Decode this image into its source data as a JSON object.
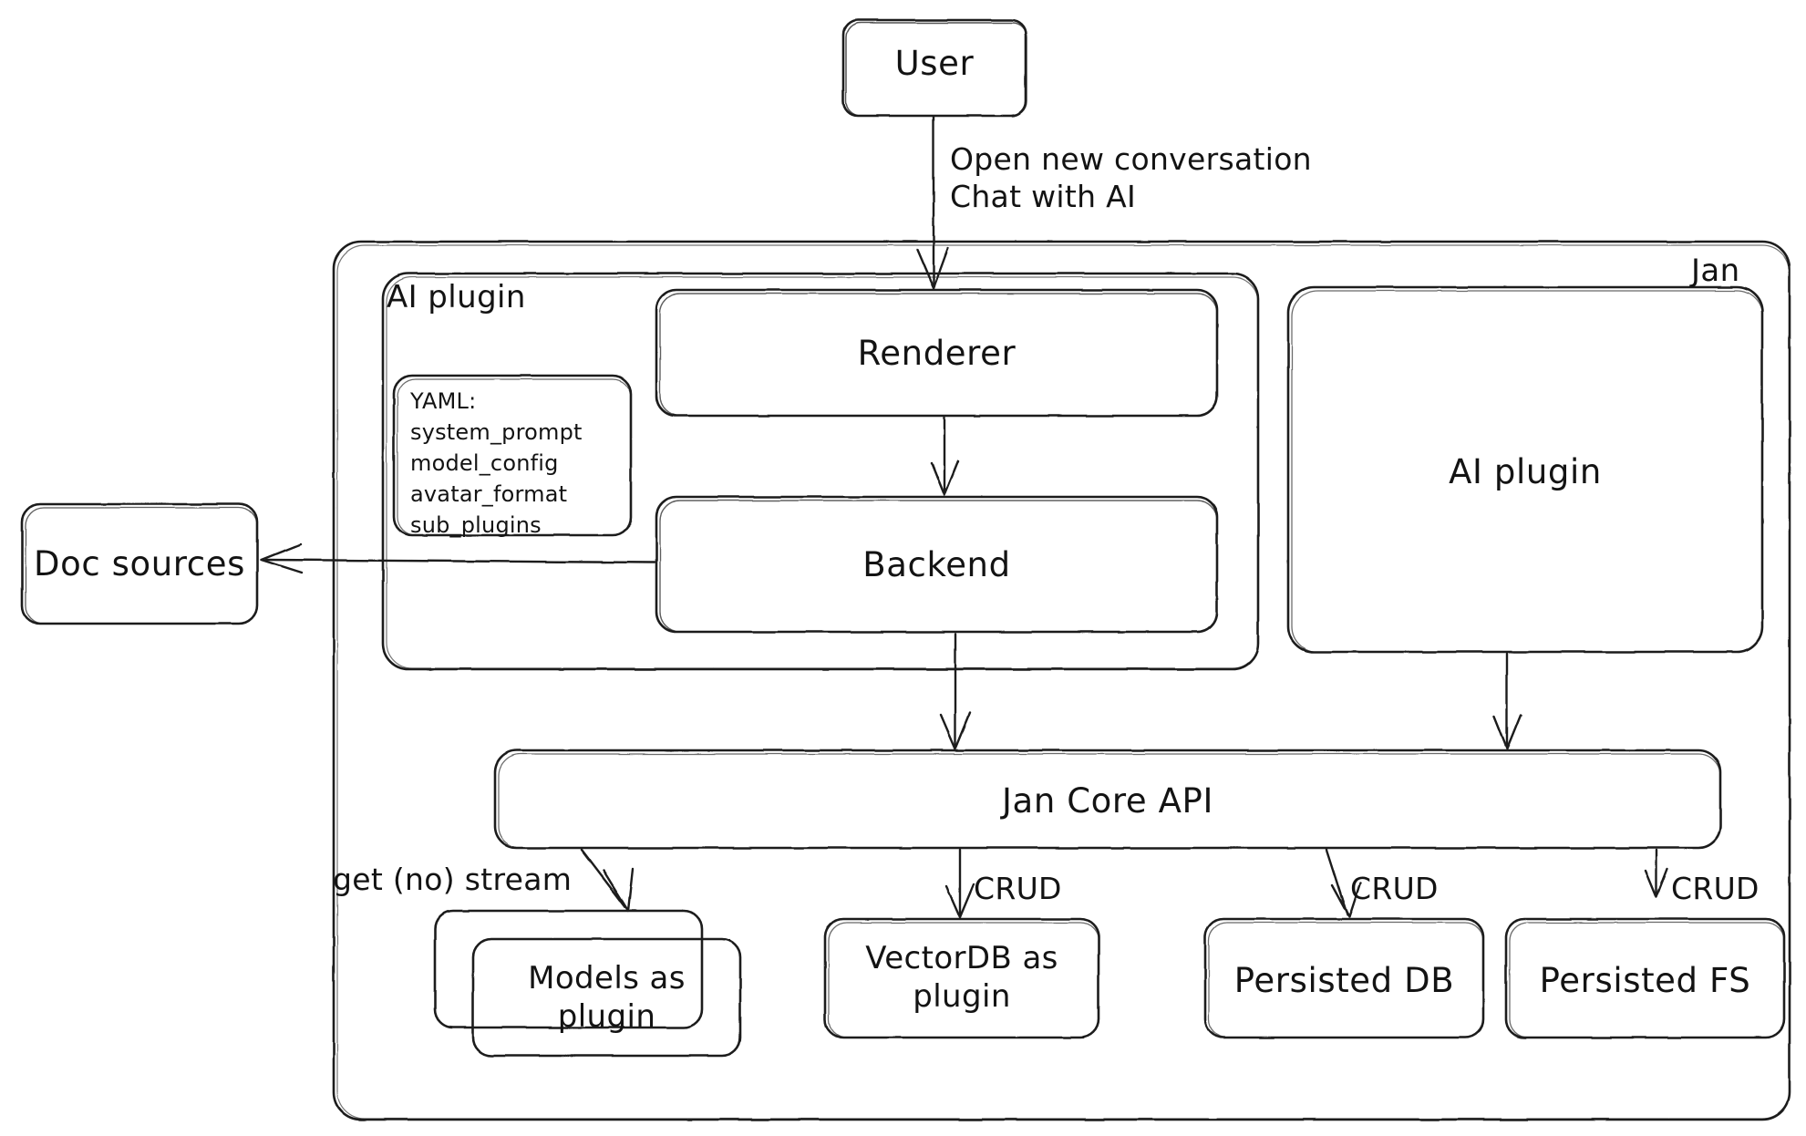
{
  "diagram": {
    "title_visible": false,
    "style": "hand-drawn excalidraw",
    "stroke_color": "#1b1b1b",
    "background_color": "#ffffff",
    "text_color": "#131313"
  },
  "containers": [
    {
      "id": "jan",
      "label": "Jan",
      "label_position": "top-right"
    },
    {
      "id": "ai-plugin-group",
      "label": "AI plugin",
      "label_position": "top-left"
    }
  ],
  "nodes": [
    {
      "id": "user",
      "label": "User"
    },
    {
      "id": "renderer",
      "label": "Renderer"
    },
    {
      "id": "backend",
      "label": "Backend"
    },
    {
      "id": "yaml",
      "label": "YAML:\nsystem_prompt\nmodel_config\navatar_format\nsub_plugins"
    },
    {
      "id": "doc-sources",
      "label": "Doc sources"
    },
    {
      "id": "ai-plugin",
      "label": "AI plugin"
    },
    {
      "id": "jan-core-api",
      "label": "Jan Core API"
    },
    {
      "id": "models-as-plugin",
      "label": "Models as\nplugin"
    },
    {
      "id": "vectordb-as-plugin",
      "label": "VectorDB as\nplugin"
    },
    {
      "id": "persisted-db",
      "label": "Persisted DB"
    },
    {
      "id": "persisted-fs",
      "label": "Persisted FS"
    }
  ],
  "edges": [
    {
      "id": "user-to-renderer",
      "from": "user",
      "to": "renderer",
      "label": "Open new conversation\nChat with AI"
    },
    {
      "id": "renderer-to-backend",
      "from": "renderer",
      "to": "backend",
      "label": ""
    },
    {
      "id": "backend-to-doc-sources",
      "from": "backend",
      "to": "doc-sources",
      "label": ""
    },
    {
      "id": "backend-to-core",
      "from": "backend",
      "to": "jan-core-api",
      "label": ""
    },
    {
      "id": "aiplugin-to-core",
      "from": "ai-plugin",
      "to": "jan-core-api",
      "label": ""
    },
    {
      "id": "core-to-models",
      "from": "jan-core-api",
      "to": "models-as-plugin",
      "label": "get (no) stream"
    },
    {
      "id": "core-to-vectordb",
      "from": "jan-core-api",
      "to": "vectordb-as-plugin",
      "label": "CRUD"
    },
    {
      "id": "core-to-db",
      "from": "jan-core-api",
      "to": "persisted-db",
      "label": "CRUD"
    },
    {
      "id": "core-to-fs",
      "from": "jan-core-api",
      "to": "persisted-fs",
      "label": "CRUD"
    }
  ],
  "labels": {
    "user": "User",
    "open_new_conversation": "Open new conversation",
    "chat_with_ai": "Chat with AI",
    "jan": "Jan",
    "ai_plugin_group": "AI plugin",
    "renderer": "Renderer",
    "backend": "Backend",
    "yaml_block": "YAML:\nsystem_prompt\nmodel_config\navatar_format\nsub_plugins",
    "doc_sources": "Doc sources",
    "ai_plugin": "AI plugin",
    "jan_core_api": "Jan Core API",
    "get_no_stream": "get (no) stream",
    "models_as_plugin": "Models as\nplugin",
    "vectordb_as_plugin": "VectorDB as\nplugin",
    "crud_vectordb": "CRUD",
    "persisted_db": "Persisted DB",
    "crud_db": "CRUD",
    "persisted_fs": "Persisted FS",
    "crud_fs": "CRUD",
    "edge_label_user": "Open new conversation\nChat with AI"
  }
}
